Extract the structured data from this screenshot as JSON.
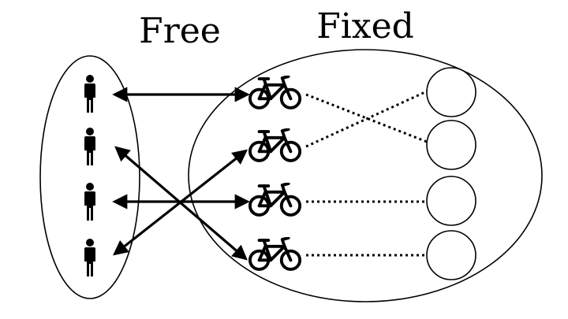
{
  "labels": {
    "free": "Free",
    "fixed": "Fixed"
  },
  "icons": {
    "person": "person-icon",
    "bicycle": "bicycle-icon",
    "station": "station-circle"
  },
  "colors": {
    "stroke": "#000000",
    "background": "#ffffff"
  },
  "free_group": {
    "people": [
      {
        "id": "p1"
      },
      {
        "id": "p2"
      },
      {
        "id": "p3"
      },
      {
        "id": "p4"
      }
    ]
  },
  "fixed_group": {
    "bicycles": [
      {
        "id": "b1"
      },
      {
        "id": "b2"
      },
      {
        "id": "b3"
      },
      {
        "id": "b4"
      }
    ],
    "stations": [
      {
        "id": "s1"
      },
      {
        "id": "s2"
      },
      {
        "id": "s3"
      },
      {
        "id": "s4"
      }
    ]
  },
  "assignments_person_to_bicycle": [
    {
      "person": "p1",
      "bicycle": "b1"
    },
    {
      "person": "p2",
      "bicycle": "b4"
    },
    {
      "person": "p3",
      "bicycle": "b3"
    },
    {
      "person": "p4",
      "bicycle": "b2"
    }
  ],
  "links_bicycle_to_station": [
    {
      "bicycle": "b1",
      "station": "s2"
    },
    {
      "bicycle": "b2",
      "station": "s1"
    },
    {
      "bicycle": "b3",
      "station": "s3"
    },
    {
      "bicycle": "b4",
      "station": "s4"
    }
  ]
}
